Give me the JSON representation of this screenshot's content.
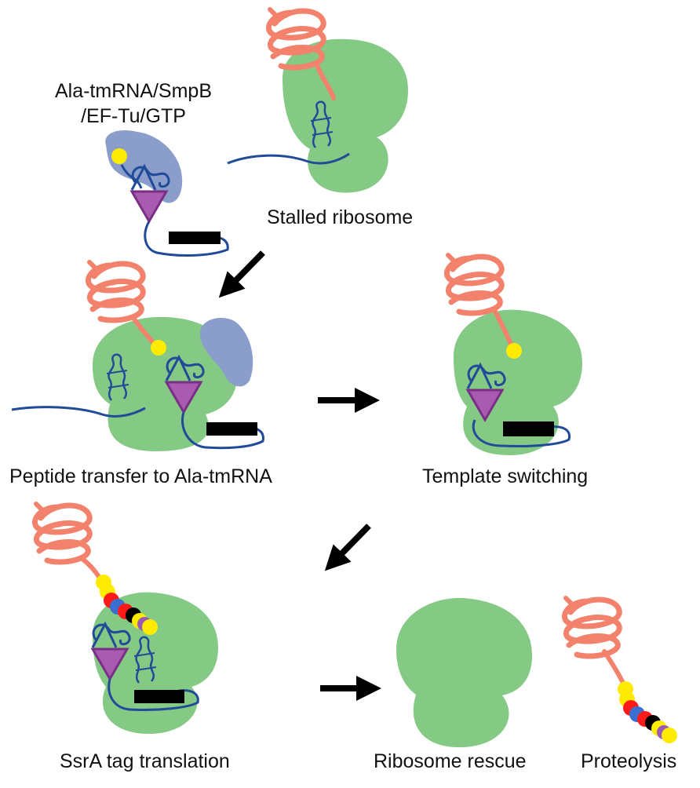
{
  "labels": {
    "complex_line1": "Ala-tmRNA/SmpB",
    "complex_line2": "/EF-Tu/GTP",
    "stalled": "Stalled ribosome",
    "peptide_transfer": "Peptide transfer to Ala-tmRNA",
    "template_switching": "Template switching",
    "ssra_tag": "SsrA tag translation",
    "rescue": "Ribosome rescue",
    "proteolysis": "Proteolysis"
  },
  "colors": {
    "ribosome": "#84c984",
    "protein": "#f3826c",
    "complex": "#8b9dcb",
    "rna": "#1f4b99",
    "smpb": "#a95bb0",
    "tag_black": "#000000",
    "arrow": "#000000"
  },
  "icons": {
    "ribosome": "ribosome-icon",
    "protein": "protein-icon",
    "arrow": "arrow-icon"
  }
}
